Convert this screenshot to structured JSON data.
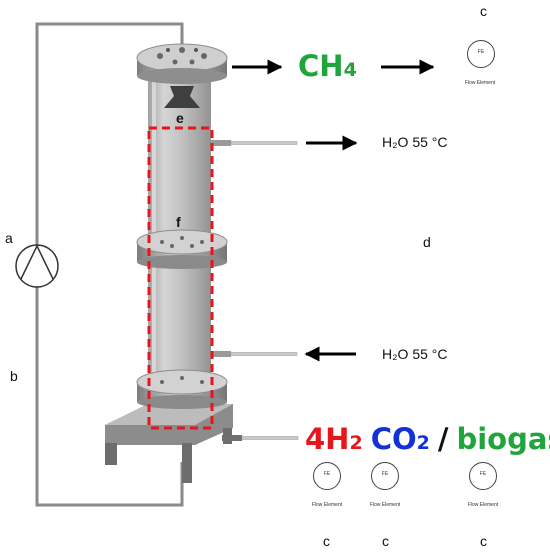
{
  "labels": {
    "a": "a",
    "b": "b",
    "c": "c",
    "d": "d",
    "e": "e",
    "f": "f"
  },
  "outlet": {
    "gas": "CH",
    "gas_sub": "4",
    "color": "#1fa53c"
  },
  "inlet": {
    "h2_prefix": "4H",
    "h2_sub": "2",
    "h2_color": "#e8151b",
    "co2_prefix": "CO",
    "co2_sub": "2",
    "co2_color": "#1232d6",
    "slash": "/",
    "biogas": "biogas",
    "biogas_color": "#1fa53c"
  },
  "water": {
    "upper": "H₂O 55 °C",
    "lower": "H₂O 55 °C"
  },
  "flow_element": {
    "symbol": "FE",
    "caption": "Flow Element"
  },
  "colors": {
    "loop": "#8a8a8a",
    "dashed_box": "#e8151b",
    "arrow": "#000000"
  }
}
